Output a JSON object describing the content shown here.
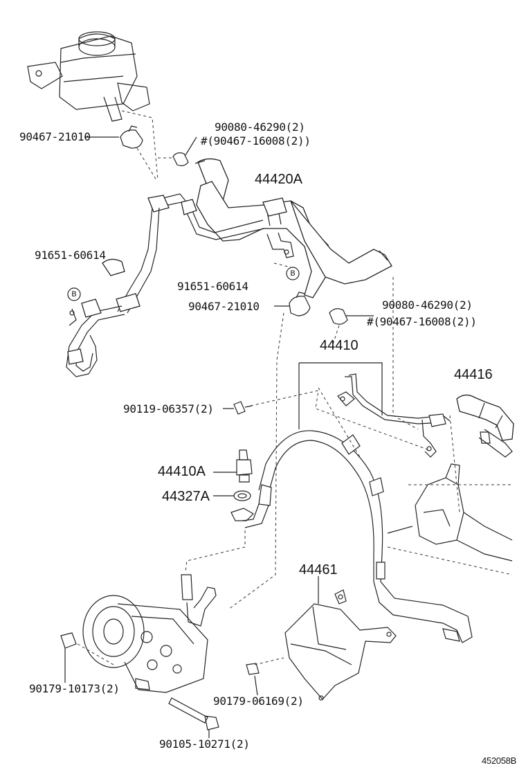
{
  "diagram_id": "452058B",
  "labels": {
    "p_90467_21010_top": "90467-21010",
    "p_90080_46290_top": "90080-46290(2)",
    "p_90467_16008_top": "#(90467-16008(2))",
    "p_44420A": "44420A",
    "p_91651_60614_left": "91651-60614",
    "callout_b_left": "B",
    "p_91651_60614_mid": "91651-60614",
    "callout_b_mid": "B",
    "p_90467_21010_mid": "90467-21010",
    "p_90080_46290_mid": "90080-46290(2)",
    "p_90467_16008_mid": "#(90467-16008(2))",
    "p_44410": "44410",
    "p_44416": "44416",
    "p_90119_06357": "90119-06357(2)",
    "p_44410A": "44410A",
    "p_44327A": "44327A",
    "p_44461": "44461",
    "p_90179_10173": "90179-10173(2)",
    "p_90179_06169": "90179-06169(2)",
    "p_90105_10271": "90105-10271(2)"
  }
}
